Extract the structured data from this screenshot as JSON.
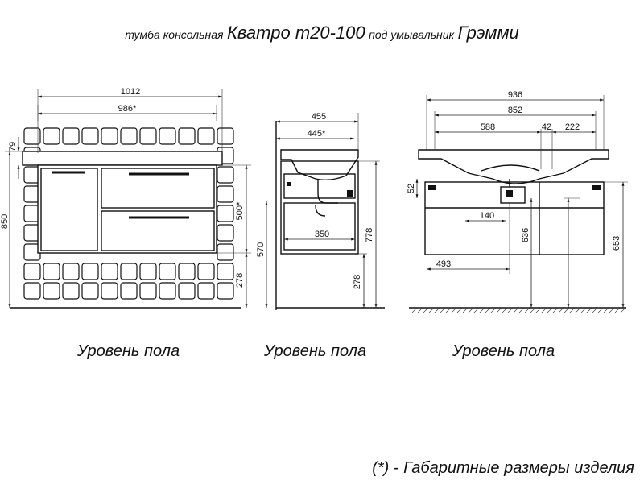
{
  "title": {
    "prefix": "тумба консольная",
    "model": "Кватро т20-100",
    "middle": "под умывальник",
    "sink": "Грэмми"
  },
  "front_view": {
    "dims": {
      "overall_width": "1012",
      "body_width": "986*",
      "worktop": "79",
      "total_height": "850",
      "drawer_height": "500*",
      "floor_gap": "278"
    }
  },
  "side_view": {
    "dims": {
      "depth": "455",
      "body_depth": "445*",
      "drawer_depth": "350",
      "body_height": "570",
      "top_height": "778",
      "floor_gap": "278"
    }
  },
  "back_view": {
    "dims": {
      "overall": "936",
      "inner": "852",
      "left": "588",
      "mid": "42",
      "right": "222",
      "top": "52",
      "pipe": "140",
      "pipe_height": "636",
      "offset": "493",
      "height": "653"
    }
  },
  "floor_labels": [
    "Уровень пола",
    "Уровень пола",
    "Уровень пола"
  ],
  "footnote": "(*) - Габаритные размеры изделия"
}
